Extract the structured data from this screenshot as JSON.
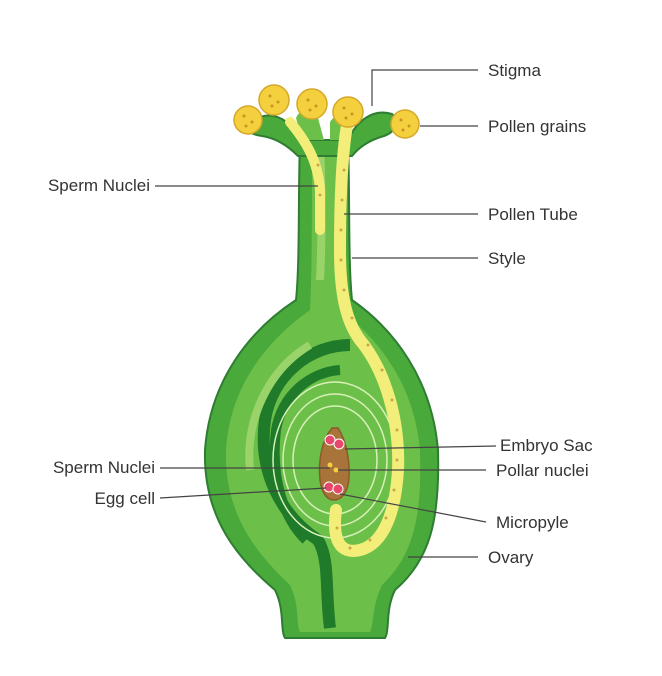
{
  "colors": {
    "background": "#ffffff",
    "ovary_outer": "#49a93a",
    "ovary_inner": "#6cc04a",
    "ovary_dark": "#1f7a2a",
    "ovary_light": "#9bd36b",
    "pollen_tube": "#f3ee7a",
    "pollen_grain": "#f4d03f",
    "embryo_sac": "#a9743a",
    "nuclei": "#e5486a",
    "leader_line": "#444444",
    "label_text": "#333333"
  },
  "labels": {
    "stigma": "Stigma",
    "pollen_grains": "Pollen grains",
    "sperm_nuclei_top": "Sperm Nuclei",
    "pollen_tube": "Pollen Tube",
    "style": "Style",
    "embryo_sac": "Embryo Sac",
    "sperm_nuclei_bottom": "Sperm Nuclei",
    "pollar_nuclei": "Pollar nuclei",
    "egg_cell": "Egg cell",
    "micropyle": "Micropyle",
    "ovary": "Ovary"
  }
}
